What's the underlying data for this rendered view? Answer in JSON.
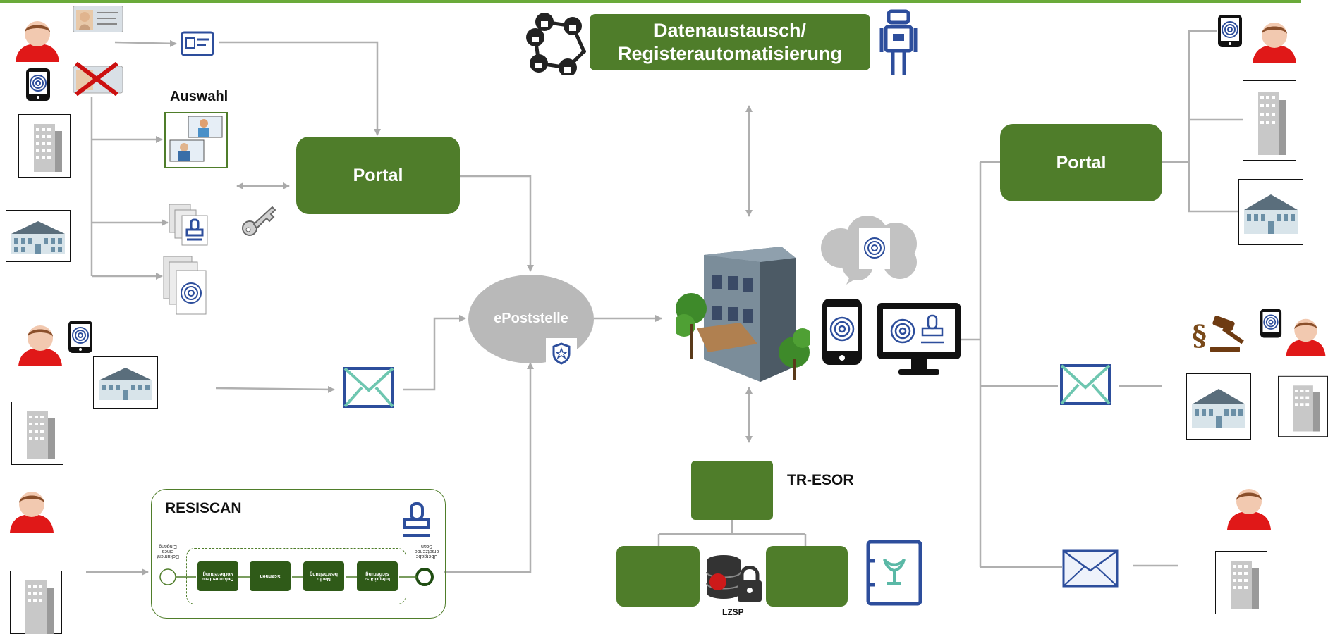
{
  "title_box": {
    "line1": "Datenaustausch/",
    "line2": "Registerautomatisierung"
  },
  "portal_left": {
    "label": "Portal"
  },
  "portal_right": {
    "label": "Portal"
  },
  "auswahl": {
    "label": "Auswahl"
  },
  "eposttelle": {
    "label": "ePoststelle"
  },
  "resiscan": {
    "title": "RESISCAN",
    "start_label": "Dokument eines Eingang",
    "end_label": "Übergabe ersetzende Scan",
    "steps": [
      "Dokumenten-vorbereitung",
      "Scannen",
      "Nach-bearbeitung",
      "Integritäts-sicherung"
    ]
  },
  "tresor": {
    "label": "TR-ESOR",
    "lzsp_label": "LZSP"
  },
  "colors": {
    "green": "#4f7d2a",
    "accent_line": "#6aaa3a",
    "blue": "#2d4e9c",
    "person_red": "#e01818",
    "grey": "#b8b8b8"
  }
}
